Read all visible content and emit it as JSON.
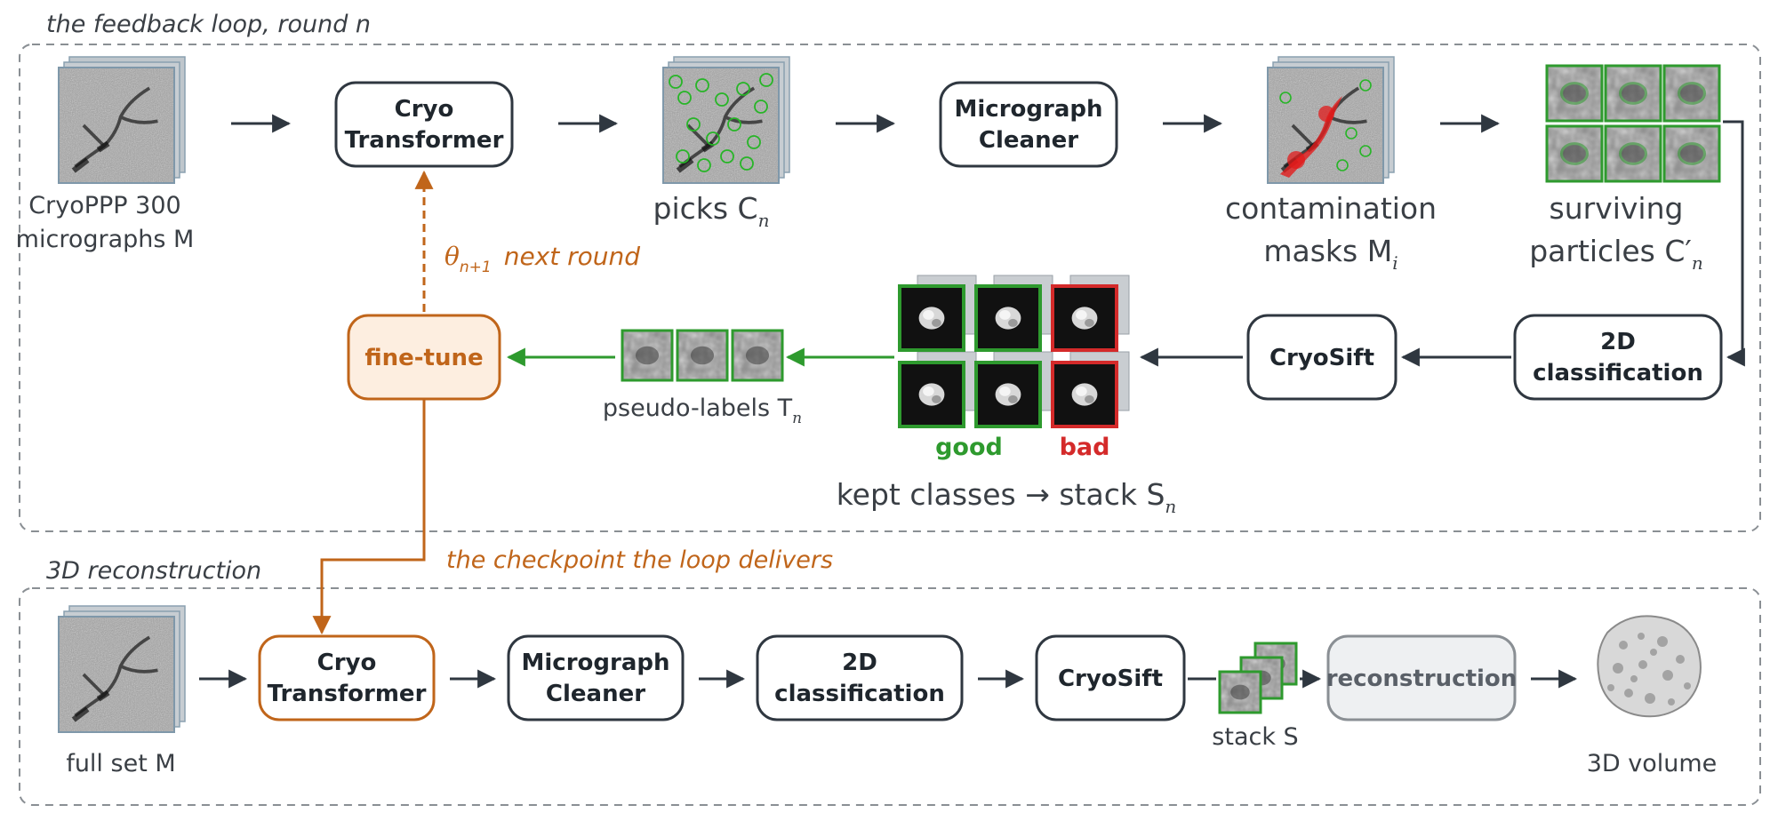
{
  "panels": {
    "loop_title": "the feedback loop, round n",
    "recon_title": "3D reconstruction"
  },
  "loop": {
    "input_label_1": "CryoPPP 300",
    "input_label_2": "micrographs M",
    "picker": [
      "Cryo",
      "Transformer"
    ],
    "picks_label": "picks C",
    "picks_sub": "n",
    "cleaner": [
      "Micrograph",
      "Cleaner"
    ],
    "masks_label_1": "contamination",
    "masks_label_2": "masks M",
    "masks_sub": "i",
    "surviving_label_1": "surviving",
    "surviving_label_2": "particles C′",
    "surviving_sub": "n",
    "classification": [
      "2D",
      "classification"
    ],
    "cryosift": "CryoSift",
    "good": "good",
    "bad": "bad",
    "kept_label": "kept classes → stack S",
    "kept_sub": "n",
    "pseudo_label": "pseudo-labels T",
    "pseudo_sub": "n",
    "finetune": "fine-tune",
    "theta": "θ",
    "theta_sub": "n+1",
    "next_round": "next round",
    "checkpoint_note": "the checkpoint the loop delivers"
  },
  "recon": {
    "input_label": "full set M",
    "picker": [
      "Cryo",
      "Transformer"
    ],
    "cleaner": [
      "Micrograph",
      "Cleaner"
    ],
    "classification": [
      "2D",
      "classification"
    ],
    "cryosift": "CryoSift",
    "stack_label": "stack S",
    "reconstruction": "reconstruction",
    "volume_label": "3D volume"
  },
  "colors": {
    "dark": "#2f3740",
    "orange": "#c0651a",
    "orange_fill": "#fdeee0",
    "green": "#2e9a2e",
    "red": "#d42a2a",
    "gray_fill": "#eef0f2",
    "frame": "#8a8f94"
  }
}
